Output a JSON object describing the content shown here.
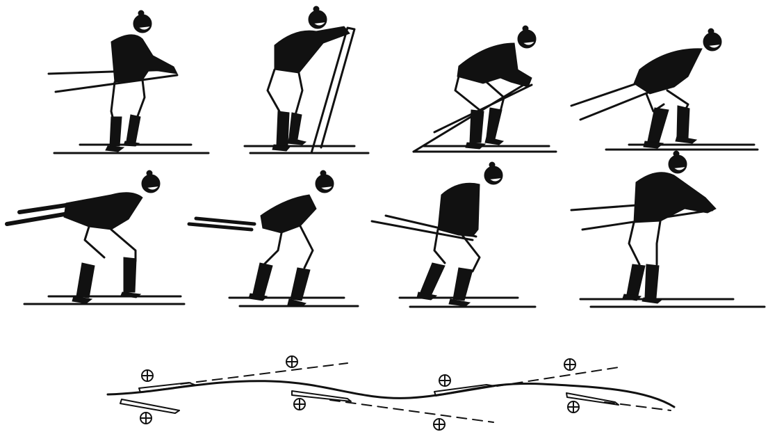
{
  "diagram": {
    "type": "technique-sequence-illustration",
    "frames_count": 8,
    "rows": 2,
    "frames_per_row": 4,
    "track_plus_markers": 8,
    "marker_symbol": "⊕"
  },
  "colors": {
    "ink": "#111111",
    "background": "#ffffff"
  },
  "icons": {
    "marker": "plus-circle-icon",
    "skier": "skier-figure-icon"
  }
}
